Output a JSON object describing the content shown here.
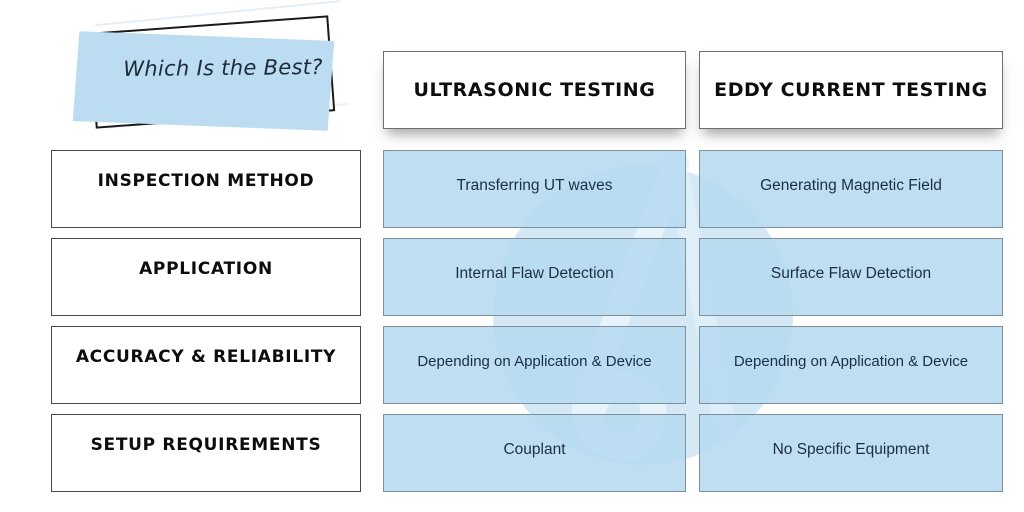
{
  "title": {
    "text": "Which Is the Best?",
    "accent_color": "#bcdcf2",
    "outline_color": "#1b1b1b"
  },
  "watermark": {
    "name": "stylized-a-badge-watermark",
    "color": "#c7e2f4"
  },
  "table": {
    "columns": [
      {
        "label": "ULTRASONIC TESTING"
      },
      {
        "label": "EDDY CURRENT TESTING"
      }
    ],
    "rows": [
      {
        "label": "INSPECTION METHOD",
        "values": [
          "Transferring UT waves",
          "Generating Magnetic Field"
        ]
      },
      {
        "label": "APPLICATION",
        "values": [
          "Internal Flaw Detection",
          "Surface Flaw Detection"
        ]
      },
      {
        "label": "ACCURACY & RELIABILITY",
        "values": [
          "Depending on Application & Device",
          "Depending on Application & Device"
        ]
      },
      {
        "label": "SETUP REQUIREMENTS",
        "values": [
          "Couplant",
          "No Specific Equipment"
        ]
      }
    ]
  },
  "colors": {
    "cell_fill": "#b6daf0",
    "cell_border": "#7d909e",
    "header_border": "#6f6f6f",
    "label_border": "#4a4a4a",
    "text_dark": "#0d0d0d",
    "value_text": "#1c2f42"
  }
}
